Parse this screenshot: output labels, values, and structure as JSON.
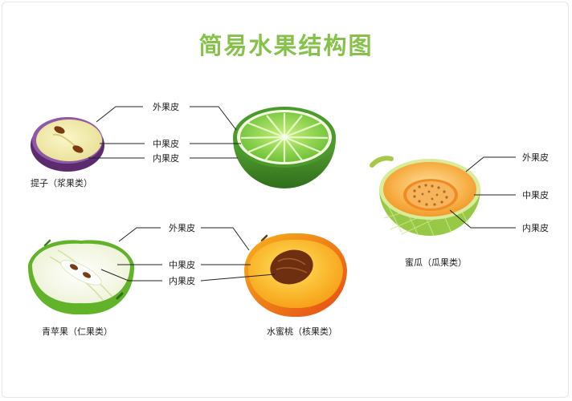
{
  "title": "简易水果结构图",
  "colors": {
    "title": "#86c24a"
  },
  "fruits": {
    "grape": {
      "name": "提子（浆果类）",
      "labels": {
        "outer": "外果皮",
        "middle": "中果皮",
        "inner": "内果皮"
      }
    },
    "lime": {},
    "melon": {
      "name": "蜜瓜（瓜果类）",
      "labels": {
        "outer": "外果皮",
        "middle": "中果皮",
        "inner": "内果皮"
      }
    },
    "apple": {
      "name": "青苹果（仁果类）",
      "labels": {
        "outer": "外果皮",
        "middle": "中果皮",
        "inner": "内果皮"
      }
    },
    "peach": {
      "name": "水蜜桃（核果类）"
    }
  }
}
